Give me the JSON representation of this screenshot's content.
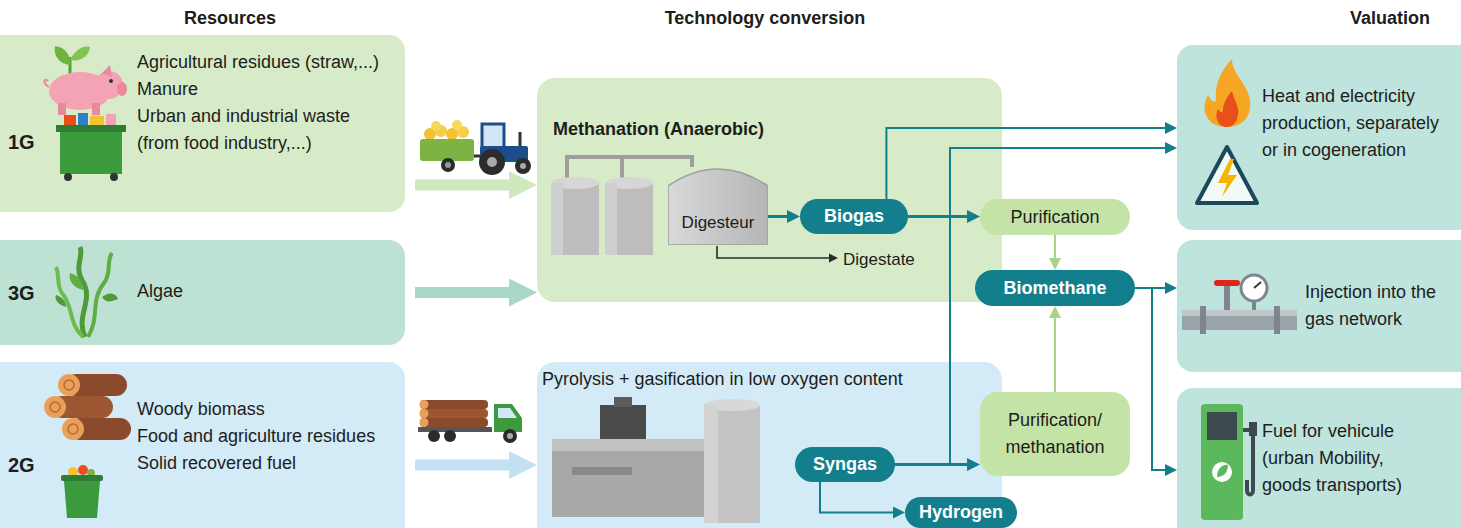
{
  "diagram": {
    "nodes": [
      {
        "text": [
          "1G",
          "Agricultural residues (straw,...)",
          "Manure",
          "Urban and industrial waste (from food industry,...)"
        ]
      },
      {
        "text": [
          "3G",
          "Algae"
        ]
      },
      {
        "text": [
          "2G",
          "Woody biomass",
          "Food and agriculture residues",
          "Solid recovered fuel"
        ]
      },
      {
        "text": [
          "Methanation (Anaerobic)"
        ]
      },
      {
        "text": [
          "Digesteur"
        ],
        "in": 3
      },
      {
        "text": [
          "Biogas"
        ],
        "in": 3
      },
      {
        "text": [
          "Purification"
        ]
      },
      {
        "text": [
          "Biomethane"
        ]
      },
      {
        "text": [
          "Pyrolysis + gasification in low oxygen content"
        ]
      },
      {
        "text": [
          "Syngas"
        ],
        "in": 8
      },
      {
        "text": [
          "Purification/ methanation"
        ]
      },
      {
        "text": [
          "Hydrogen"
        ]
      },
      {
        "text": [
          "Heat and electricity production, separately or in cogeneration"
        ]
      },
      {
        "text": [
          "Injection into the gas network"
        ]
      },
      {
        "text": [
          "Fuel for vehicule (urban Mobility, goods transports)"
        ]
      }
    ],
    "edges": [
      {
        "from": 0,
        "to": 3,
        "arrow": "to"
      },
      {
        "from": 1,
        "to": 3,
        "arrow": "to"
      },
      {
        "from": 2,
        "to": 8,
        "arrow": "to"
      },
      {
        "from": 4,
        "to": 5,
        "arrow": "to"
      },
      {
        "from": 5,
        "to": 12,
        "arrow": "to"
      },
      {
        "from": 5,
        "to": 6,
        "arrow": "to"
      },
      {
        "from": 6,
        "to": 7,
        "arrow": "to"
      },
      {
        "from": 9,
        "to": 12,
        "arrow": "to"
      },
      {
        "from": 9,
        "to": 10,
        "arrow": "to"
      },
      {
        "from": 10,
        "to": 7,
        "arrow": "to"
      },
      {
        "from": 9,
        "to": 11,
        "arrow": "to"
      },
      {
        "from": 7,
        "to": 13,
        "arrow": "to"
      },
      {
        "from": 7,
        "to": 14,
        "arrow": "to"
      }
    ],
    "labels": [
      "Resources",
      "Technology conversion",
      "Valuation",
      "Digestate"
    ]
  }
}
